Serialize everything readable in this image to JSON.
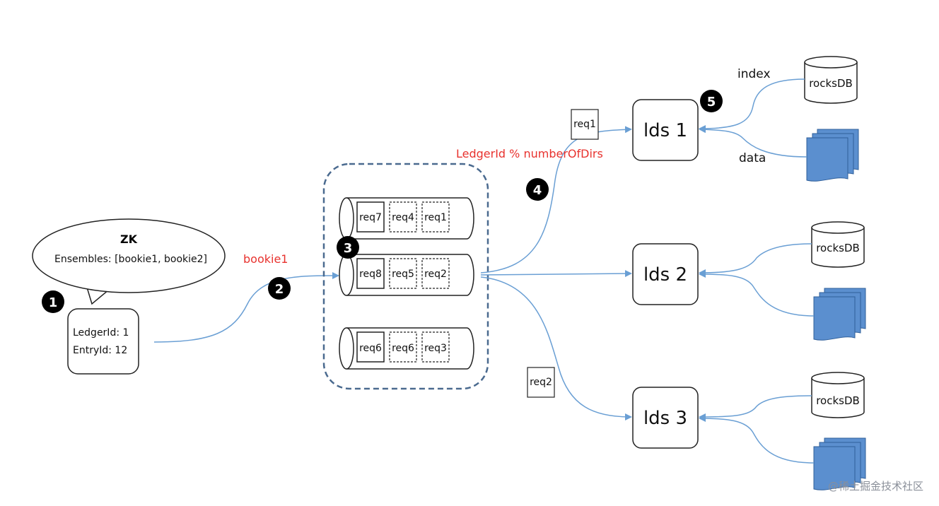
{
  "zk": {
    "title": "ZK",
    "ensembles": "Ensembles: [bookie1, bookie2]"
  },
  "entry": {
    "ledger_id": "LedgerId: 1",
    "entry_id": "EntryId: 12"
  },
  "labels": {
    "bookie": "bookie1",
    "routing": "LedgerId % numberOfDirs",
    "index": "index",
    "data": "data"
  },
  "steps": [
    "1",
    "2",
    "3",
    "4",
    "5"
  ],
  "queues": [
    {
      "cells": [
        "req7",
        "req4",
        "req1"
      ]
    },
    {
      "cells": [
        "req8",
        "req5",
        "req2"
      ]
    },
    {
      "cells": [
        "req6",
        "req6",
        "req3"
      ]
    }
  ],
  "floating_requests": [
    "req1",
    "req2"
  ],
  "ledger_dirs": [
    {
      "label": "lds 1",
      "db": "rocksDB"
    },
    {
      "label": "lds 2",
      "db": "rocksDB"
    },
    {
      "label": "lds 3",
      "db": "rocksDB"
    }
  ],
  "watermark": "@稀土掘金技术社区",
  "colors": {
    "arrow": "#6a9fd4",
    "red_text": "#e8322e",
    "file_fill": "#5b8fcf",
    "dashed_border": "#4a6a8f"
  }
}
